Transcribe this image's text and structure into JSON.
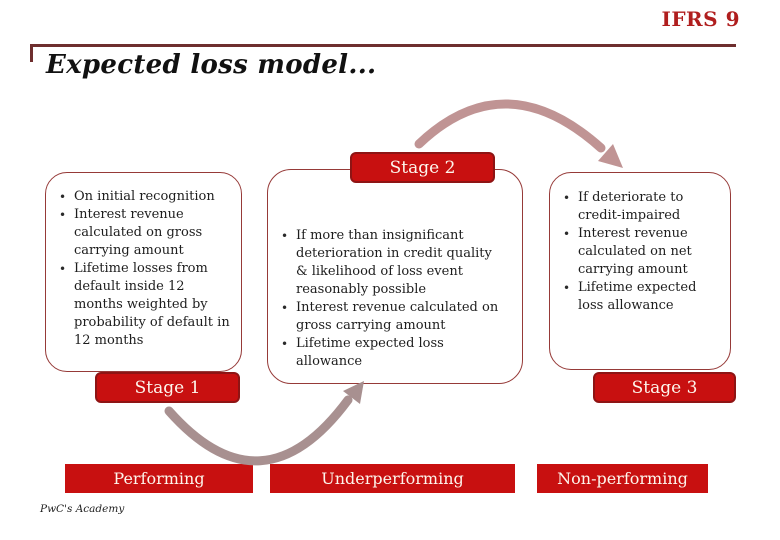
{
  "header": {
    "brand": "IFRS 9",
    "title": "Expected loss model..."
  },
  "stages": [
    {
      "label": "Stage 1",
      "bullets": [
        "On initial recognition",
        "Interest revenue calculated on gross carrying amount",
        "Lifetime losses from default inside 12 months weighted by probability of default in 12 months"
      ],
      "status": "Performing"
    },
    {
      "label": "Stage 2",
      "bullets": [
        "If more than insignificant deterioration in credit quality & likelihood of loss event reasonably possible",
        "Interest revenue calculated on gross carrying amount",
        "Lifetime expected loss allowance"
      ],
      "status": "Underperforming"
    },
    {
      "label": "Stage 3",
      "bullets": [
        "If deteriorate to credit-impaired",
        "Interest revenue calculated on net carrying amount",
        "Lifetime expected loss allowance"
      ],
      "status": "Non-performing"
    }
  ],
  "footer": "PwC's Academy",
  "colors": {
    "stage_fill_red": "#c81010",
    "stage_border_red": "#8e1414",
    "box_border_maroon": "#963a38",
    "header_line_maroon": "#6e2e2e",
    "brand_red": "#b01e1e",
    "arrow_top": "#c09494",
    "arrow_bottom": "#a89090"
  }
}
